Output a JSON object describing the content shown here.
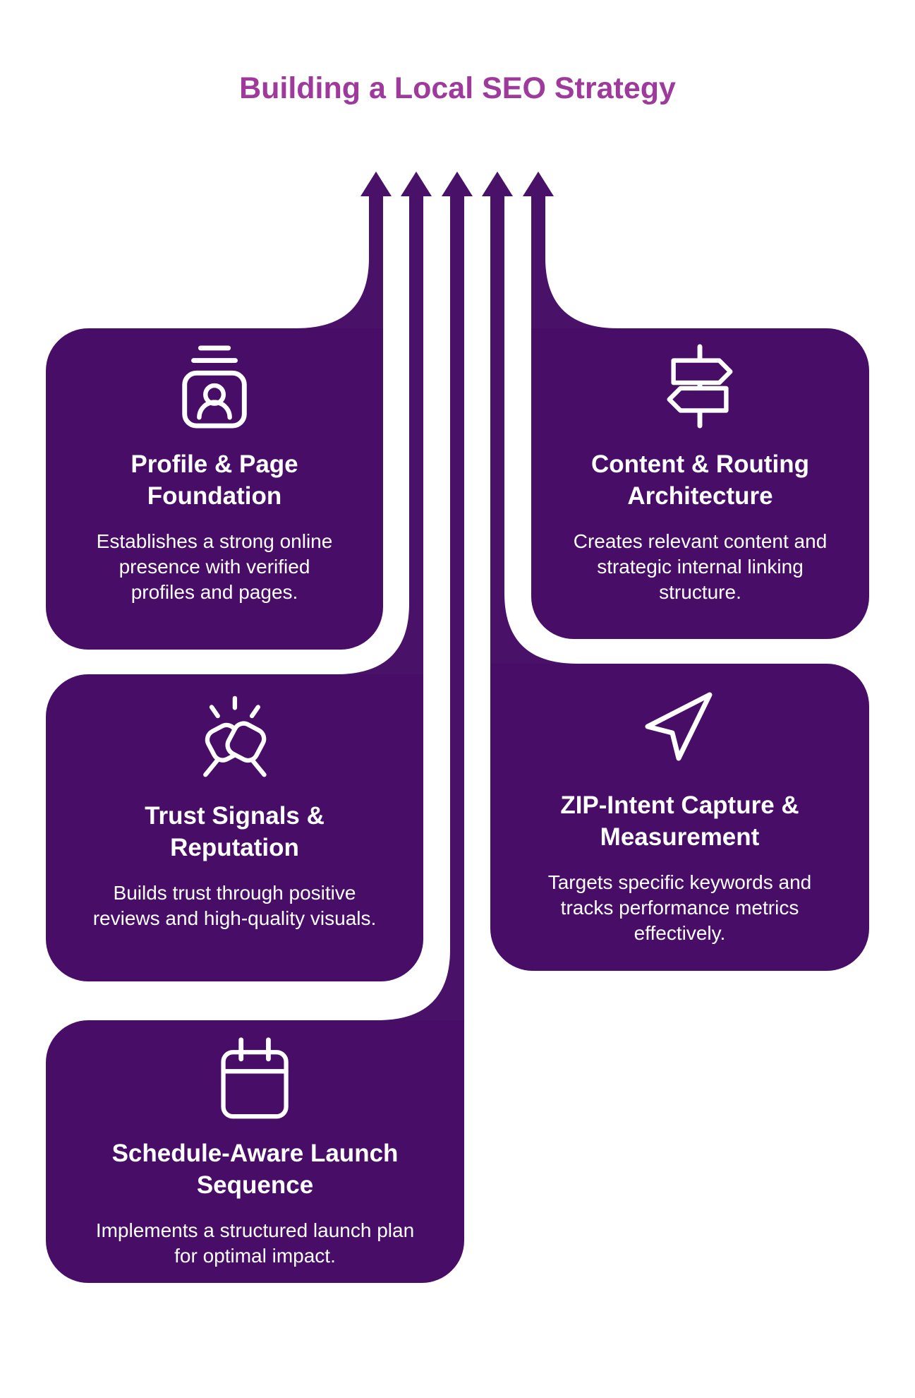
{
  "title": {
    "text": "Building a Local SEO Strategy",
    "color": "#9d3a9b"
  },
  "colors": {
    "background": "#ffffff",
    "card_bg": "#480d67",
    "arrow": "#4a1168",
    "text": "#ffffff",
    "icon_stroke": "#ffffff"
  },
  "flow": {
    "arrow_count": 5,
    "direction": "up",
    "style": "merging-rounded-flow-lines"
  },
  "cards": [
    {
      "icon": "contact-card-icon",
      "title": "Profile & Page Foundation",
      "description": "Establishes a strong online presence with verified profiles and pages."
    },
    {
      "icon": "signpost-icon",
      "title": "Content & Routing Architecture",
      "description": "Creates relevant content and strategic internal linking structure."
    },
    {
      "icon": "fist-bump-icon",
      "title": "Trust Signals & Reputation",
      "description": "Builds trust through positive reviews and high-quality visuals."
    },
    {
      "icon": "navigation-arrow-icon",
      "title": "ZIP-Intent Capture & Measurement",
      "description": "Targets specific keywords and tracks performance metrics effectively."
    },
    {
      "icon": "calendar-icon",
      "title": "Schedule-Aware Launch Sequence",
      "description": "Implements a structured launch plan for optimal impact."
    }
  ]
}
